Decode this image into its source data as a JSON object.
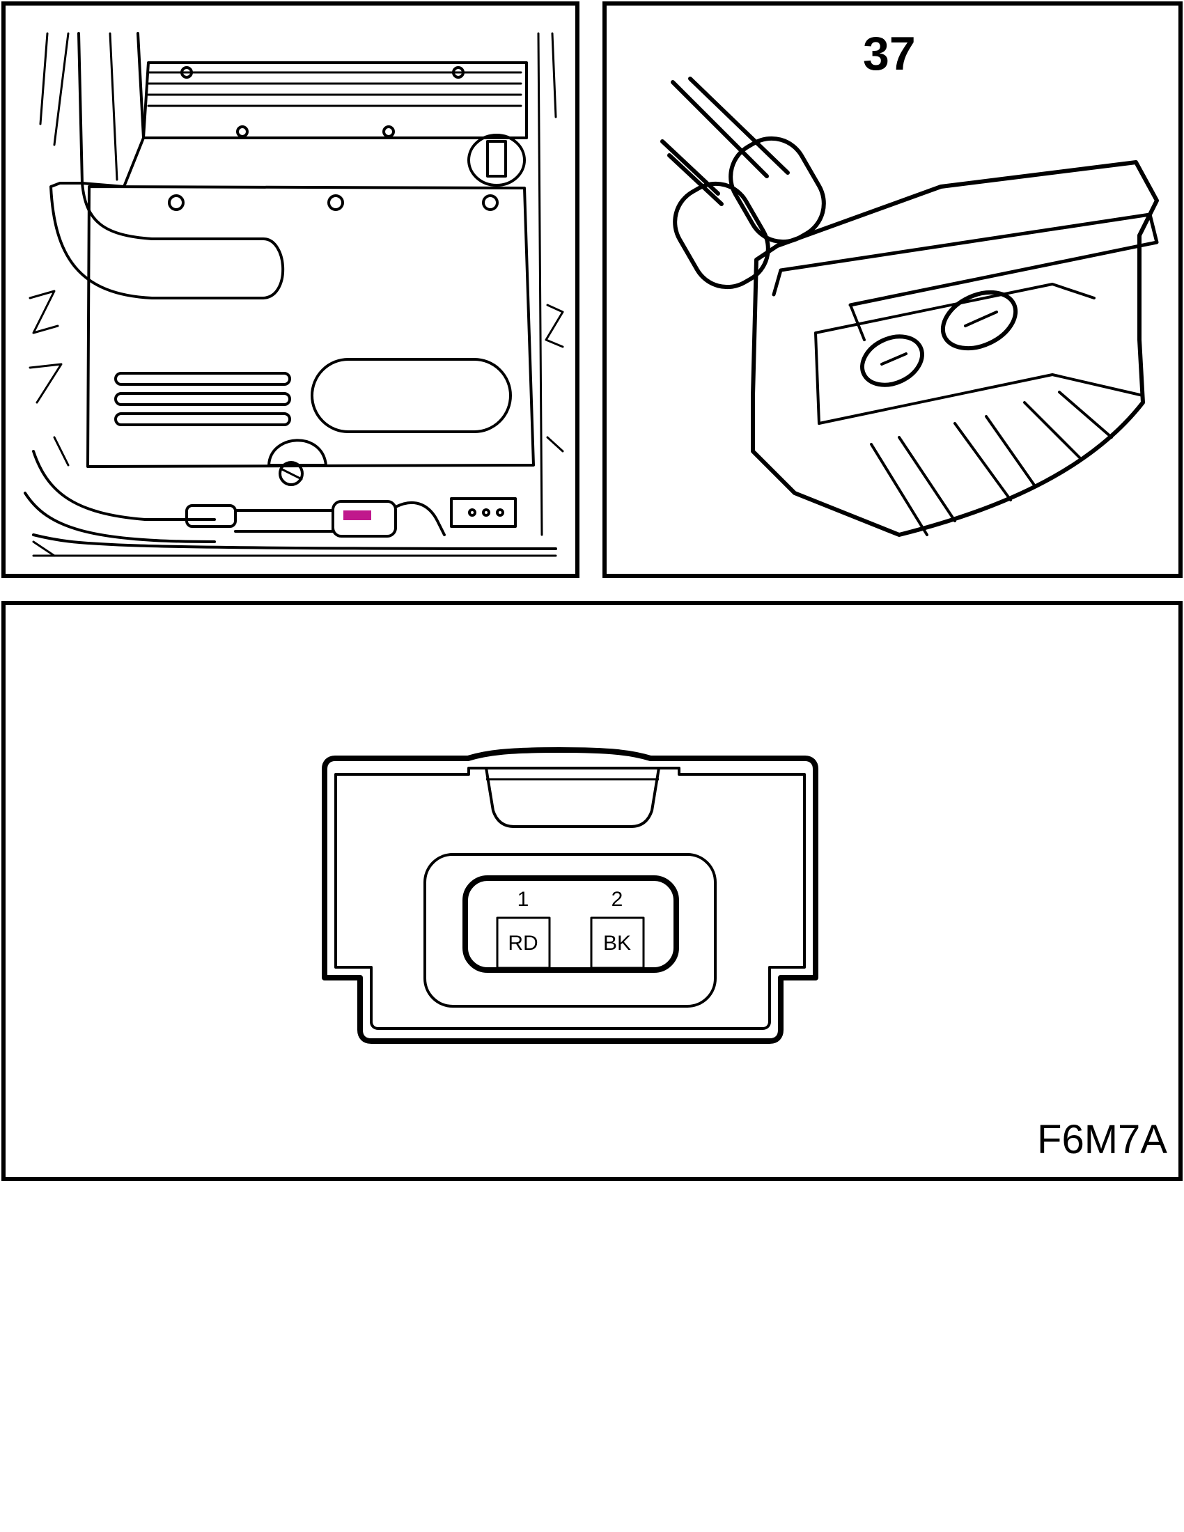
{
  "figure": {
    "code": "F6M7A",
    "callout_number": "37"
  },
  "connector": {
    "pins": [
      {
        "number": "1",
        "wire_color": "RD"
      },
      {
        "number": "2",
        "wire_color": "BK"
      }
    ]
  },
  "colors": {
    "line": "#000000",
    "highlight": "#c0188c"
  }
}
